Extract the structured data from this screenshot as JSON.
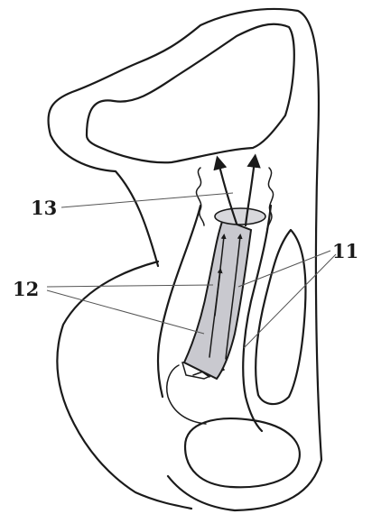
{
  "labels": {
    "label_11": "11",
    "label_12": "12",
    "label_13": "13"
  },
  "colors": {
    "ink": "#1a1a1a",
    "duct_fill": "#c9c9cf",
    "leader": "#555555",
    "background": "#ffffff"
  }
}
